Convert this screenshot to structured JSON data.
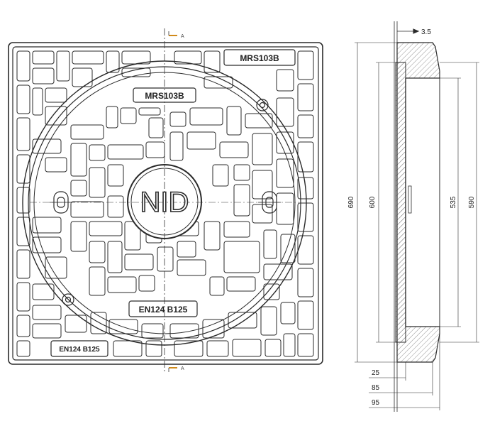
{
  "plan_view": {
    "marking_top_right": "MRS103B",
    "marking_ring_top": "MRS103B",
    "logo": "NID",
    "marking_ring_bottom": "EN124 B125",
    "marking_bottom_left": "EN124 B125",
    "section_mark_top": "A",
    "section_mark_bottom": "A"
  },
  "section_view": {
    "dim_top_offset": "3.5",
    "dim_overall_height": "690",
    "dim_lid_height": "600",
    "dim_inner_opening": "535",
    "dim_frame_inner": "590",
    "dim_depth_25": "25",
    "dim_depth_85": "85",
    "dim_depth_95": "95"
  },
  "colors": {
    "line": "#2a2a2a",
    "hatch": "#555555",
    "centerline": "#333333",
    "section_marker": "#d08a1a"
  }
}
